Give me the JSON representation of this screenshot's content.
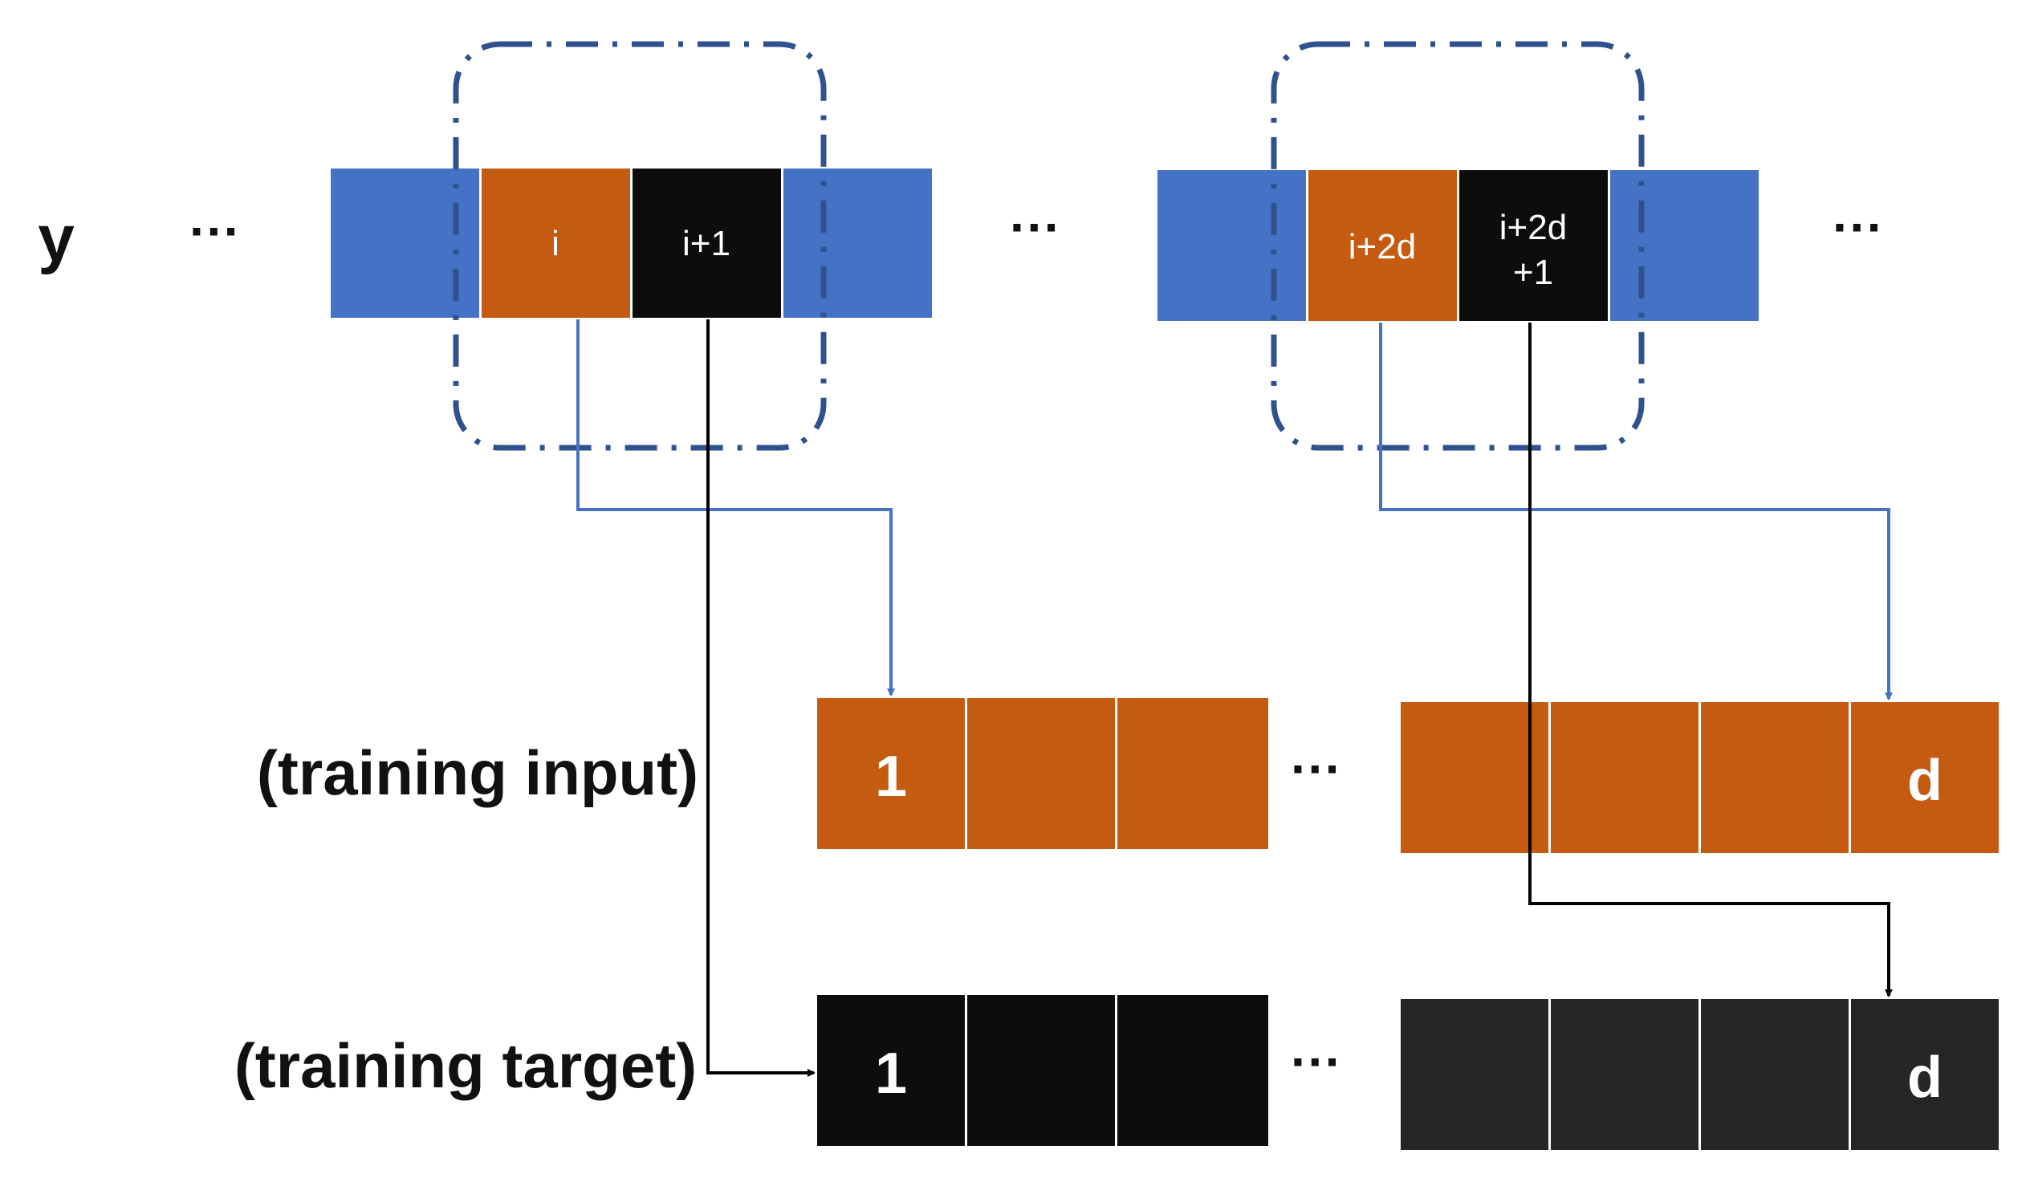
{
  "row_labels": {
    "y": "y",
    "training_input": "(training input)",
    "training_target": "(training target)"
  },
  "ellipsis": "···",
  "sequence_cells": {
    "i": "i",
    "i_plus_1": "i+1",
    "i_plus_2d": "i+2d",
    "i_plus_2d_plus_1_line1": "i+2d",
    "i_plus_2d_plus_1_line2": "+1"
  },
  "output_cells": {
    "first": "1",
    "last": "d"
  },
  "colors": {
    "blue_cell": "#4472C4",
    "orange_cell": "#C55A11",
    "black_cell": "#0D0D0D",
    "dark_cell": "#262626",
    "window_border": "#2F528F",
    "blue_arrow": "#4472C4",
    "black_arrow": "#000000"
  }
}
